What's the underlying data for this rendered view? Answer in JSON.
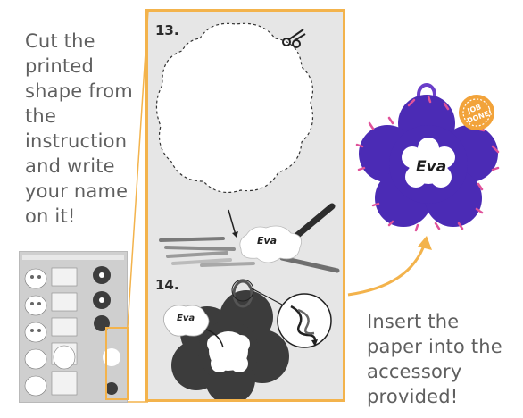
{
  "instructions": {
    "left": [
      "Cut the",
      "printed",
      "shape from",
      "the",
      "instruction",
      "and write",
      "your name",
      "on it!"
    ],
    "right": [
      "Insert the",
      "paper into the",
      "accessory",
      "provided!"
    ]
  },
  "steps": {
    "step13": "13.",
    "step14": "14."
  },
  "labels": {
    "name_on_paper": "Eva",
    "name_on_small_paper": "Eva",
    "name_on_product": "Eva"
  },
  "badge": {
    "line1": "JOB",
    "line2": "DONE!"
  },
  "icons": {
    "scissors": "scissors-icon",
    "pencil": "pencil-icon",
    "loop": "loop-icon"
  },
  "colors": {
    "accent": "#f3b34c",
    "felt_purple": "#4b2bb5",
    "stitch_pink": "#e0529a",
    "badge_orange": "#f2a33a"
  }
}
